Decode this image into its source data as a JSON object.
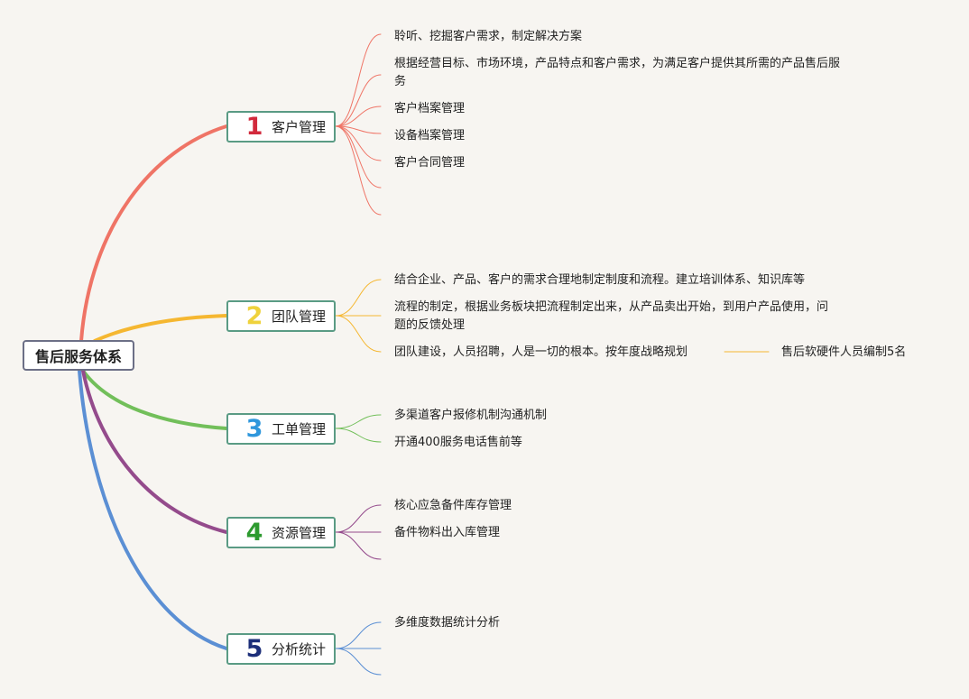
{
  "root": {
    "label": "售后服务体系"
  },
  "branches": [
    {
      "number": "1",
      "label": "客户管理",
      "color": "#ef7466",
      "items": [
        "聆听、挖掘客户需求，制定解决方案",
        "根据经营目标、市场环境，产品特点和客户需求，为满足客户提供其所需的产品售后服务",
        "客户档案管理",
        "设备档案管理",
        "客户合同管理"
      ]
    },
    {
      "number": "2",
      "label": "团队管理",
      "color": "#f5b731",
      "items": [
        "结合企业、产品、客户的需求合理地制定制度和流程。建立培训体系、知识库等",
        "流程的制定，根据业务板块把流程制定出来，从产品卖出开始，到用户产品使用，问题的反馈处理",
        "团队建设，人员招聘，人是一切的根本。按年度战略规划"
      ],
      "subitem": "售后软硬件人员编制5名"
    },
    {
      "number": "3",
      "label": "工单管理",
      "color": "#72bf5a",
      "items": [
        "多渠道客户报修机制沟通机制",
        "开通400服务电话售前等"
      ]
    },
    {
      "number": "4",
      "label": "资源管理",
      "color": "#944b8c",
      "items": [
        "核心应急备件库存管理",
        "备件物料出入库管理"
      ]
    },
    {
      "number": "5",
      "label": "分析统计",
      "color": "#5b8fd4",
      "items": [
        "多维度数据统计分析"
      ]
    }
  ],
  "number_colors": [
    "#d22a3c",
    "#efd23c",
    "#2f97dc",
    "#2d9a2f",
    "#1d2f7a"
  ]
}
